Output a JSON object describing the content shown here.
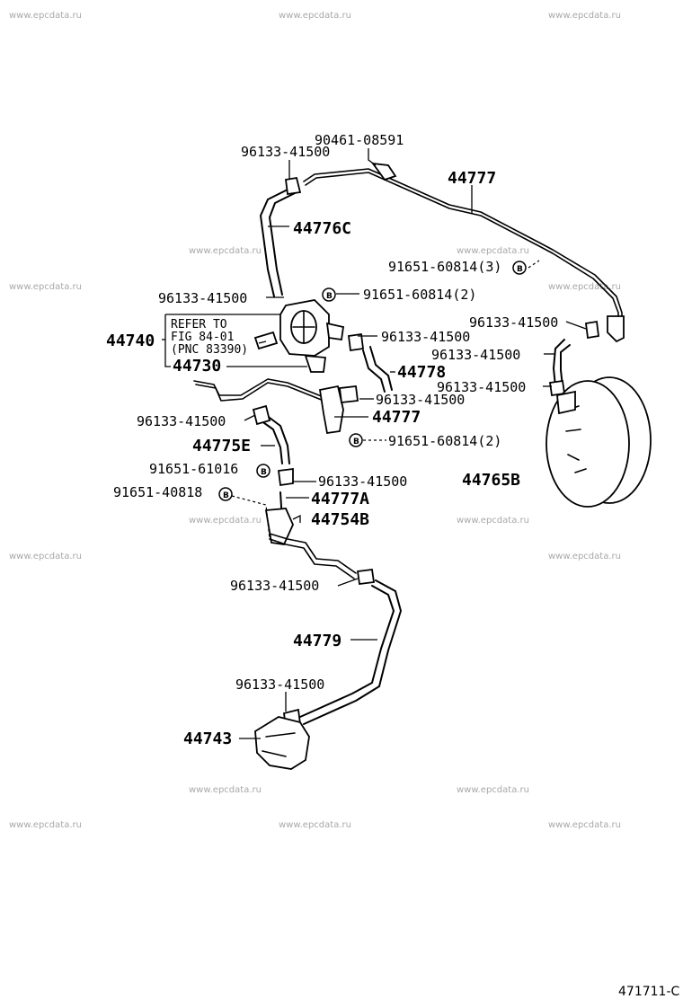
{
  "watermark": "www.epcdata.ru",
  "figure_code": "471711-C",
  "refer_note": {
    "line1": "REFER TO",
    "line2": "FIG 84-01",
    "line3": "(PNC 83390)"
  },
  "bolt_symbol": "B",
  "labels": {
    "p90461_08591": "90461-08591",
    "p96133_top": "96133-41500",
    "p44777_top": "44777",
    "p44776c": "44776C",
    "p91651_60814_3": "91651-60814(3)",
    "p96133_left": "96133-41500",
    "p91651_60814_2a": "91651-60814(2)",
    "p44740": "44740",
    "p96133_mid": "96133-41500",
    "p96133_right1": "96133-41500",
    "p96133_right2": "96133-41500",
    "p44730": "44730",
    "p44778": "44778",
    "p96133_right3": "96133-41500",
    "p96133_mid2": "96133-41500",
    "p44777_mid": "44777",
    "p96133_left2": "96133-41500",
    "p91651_60814_2b": "91651-60814(2)",
    "p44775e": "44775E",
    "p91651_61016": "91651-61016",
    "p96133_mid3": "96133-41500",
    "p44765b": "44765B",
    "p91651_40818": "91651-40818",
    "p44777a": "44777A",
    "p44754b": "44754B",
    "p96133_low": "96133-41500",
    "p44779": "44779",
    "p96133_bottom": "96133-41500",
    "p44743": "44743"
  }
}
